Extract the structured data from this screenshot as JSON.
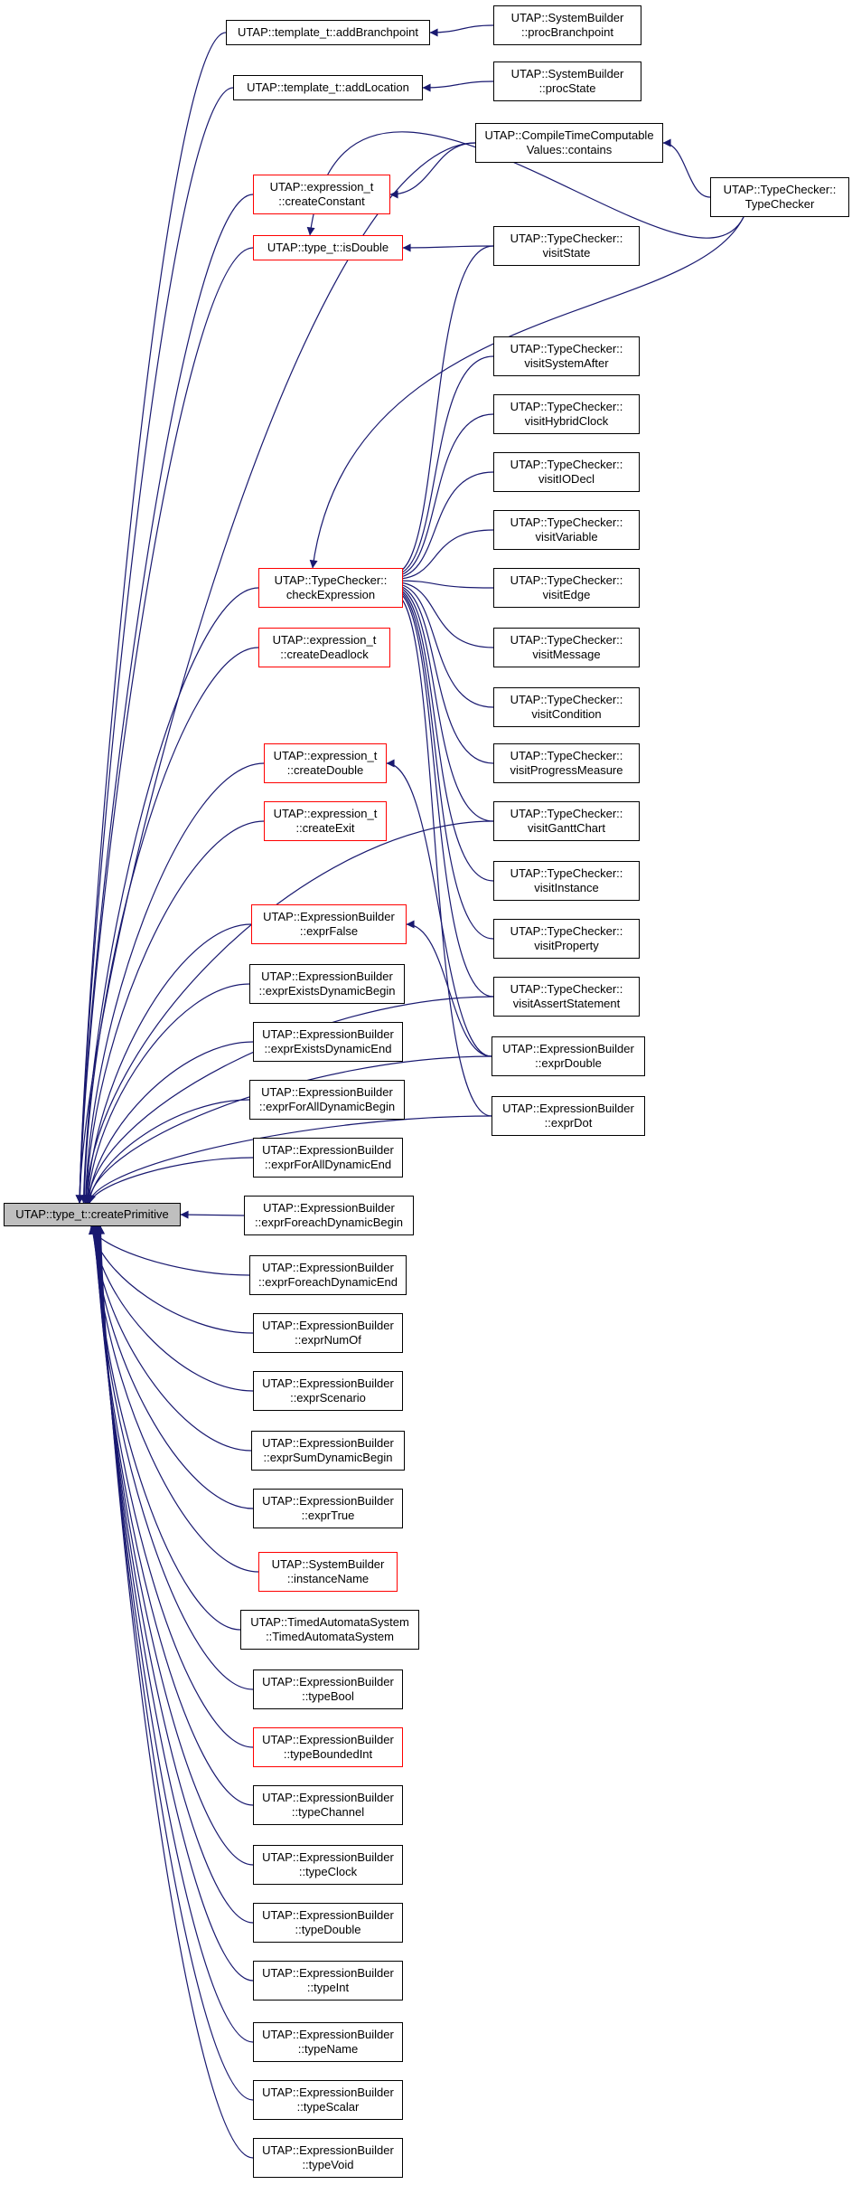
{
  "graph": {
    "root": {
      "label": "UTAP::type_t::createPrimitive"
    },
    "colors": {
      "edge": "#191970",
      "node_border": "#000000",
      "truncated_border": "#ff0000",
      "root_fill": "#bfbfbf",
      "background": "#ffffff"
    },
    "nodes": [
      {
        "id": "addBranchpoint",
        "lines": [
          "UTAP::template_t::addBranchpoint"
        ],
        "truncated": false
      },
      {
        "id": "addLocation",
        "lines": [
          "UTAP::template_t::addLocation"
        ],
        "truncated": false
      },
      {
        "id": "createConstant",
        "lines": [
          "UTAP::expression_t",
          "::createConstant"
        ],
        "truncated": true
      },
      {
        "id": "isDouble",
        "lines": [
          "UTAP::type_t::isDouble"
        ],
        "truncated": true
      },
      {
        "id": "checkExpression",
        "lines": [
          "UTAP::TypeChecker::",
          "checkExpression"
        ],
        "truncated": true
      },
      {
        "id": "createDeadlock",
        "lines": [
          "UTAP::expression_t",
          "::createDeadlock"
        ],
        "truncated": true
      },
      {
        "id": "createDouble",
        "lines": [
          "UTAP::expression_t",
          "::createDouble"
        ],
        "truncated": true
      },
      {
        "id": "createExit",
        "lines": [
          "UTAP::expression_t",
          "::createExit"
        ],
        "truncated": true
      },
      {
        "id": "exprFalse",
        "lines": [
          "UTAP::ExpressionBuilder",
          "::exprFalse"
        ],
        "truncated": true
      },
      {
        "id": "exprExistsDynamicBegin",
        "lines": [
          "UTAP::ExpressionBuilder",
          "::exprExistsDynamicBegin"
        ],
        "truncated": false
      },
      {
        "id": "exprExistsDynamicEnd",
        "lines": [
          "UTAP::ExpressionBuilder",
          "::exprExistsDynamicEnd"
        ],
        "truncated": false
      },
      {
        "id": "exprForAllDynamicBegin",
        "lines": [
          "UTAP::ExpressionBuilder",
          "::exprForAllDynamicBegin"
        ],
        "truncated": false
      },
      {
        "id": "exprForAllDynamicEnd",
        "lines": [
          "UTAP::ExpressionBuilder",
          "::exprForAllDynamicEnd"
        ],
        "truncated": false
      },
      {
        "id": "exprForeachDynamicBegin",
        "lines": [
          "UTAP::ExpressionBuilder",
          "::exprForeachDynamicBegin"
        ],
        "truncated": false
      },
      {
        "id": "exprForeachDynamicEnd",
        "lines": [
          "UTAP::ExpressionBuilder",
          "::exprForeachDynamicEnd"
        ],
        "truncated": false
      },
      {
        "id": "exprNumOf",
        "lines": [
          "UTAP::ExpressionBuilder",
          "::exprNumOf"
        ],
        "truncated": false
      },
      {
        "id": "exprScenario",
        "lines": [
          "UTAP::ExpressionBuilder",
          "::exprScenario"
        ],
        "truncated": false
      },
      {
        "id": "exprSumDynamicBegin",
        "lines": [
          "UTAP::ExpressionBuilder",
          "::exprSumDynamicBegin"
        ],
        "truncated": false
      },
      {
        "id": "exprTrue",
        "lines": [
          "UTAP::ExpressionBuilder",
          "::exprTrue"
        ],
        "truncated": false
      },
      {
        "id": "instanceName",
        "lines": [
          "UTAP::SystemBuilder",
          "::instanceName"
        ],
        "truncated": true
      },
      {
        "id": "TimedAutomataSystem",
        "lines": [
          "UTAP::TimedAutomataSystem",
          "::TimedAutomataSystem"
        ],
        "truncated": false
      },
      {
        "id": "typeBool",
        "lines": [
          "UTAP::ExpressionBuilder",
          "::typeBool"
        ],
        "truncated": false
      },
      {
        "id": "typeBoundedInt",
        "lines": [
          "UTAP::ExpressionBuilder",
          "::typeBoundedInt"
        ],
        "truncated": true
      },
      {
        "id": "typeChannel",
        "lines": [
          "UTAP::ExpressionBuilder",
          "::typeChannel"
        ],
        "truncated": false
      },
      {
        "id": "typeClock",
        "lines": [
          "UTAP::ExpressionBuilder",
          "::typeClock"
        ],
        "truncated": false
      },
      {
        "id": "typeDouble",
        "lines": [
          "UTAP::ExpressionBuilder",
          "::typeDouble"
        ],
        "truncated": false
      },
      {
        "id": "typeInt",
        "lines": [
          "UTAP::ExpressionBuilder",
          "::typeInt"
        ],
        "truncated": false
      },
      {
        "id": "typeName",
        "lines": [
          "UTAP::ExpressionBuilder",
          "::typeName"
        ],
        "truncated": false
      },
      {
        "id": "typeScalar",
        "lines": [
          "UTAP::ExpressionBuilder",
          "::typeScalar"
        ],
        "truncated": false
      },
      {
        "id": "typeVoid",
        "lines": [
          "UTAP::ExpressionBuilder",
          "::typeVoid"
        ],
        "truncated": false
      },
      {
        "id": "procBranchpoint",
        "lines": [
          "UTAP::SystemBuilder",
          "::procBranchpoint"
        ],
        "truncated": false
      },
      {
        "id": "procState",
        "lines": [
          "UTAP::SystemBuilder",
          "::procState"
        ],
        "truncated": false
      },
      {
        "id": "contains",
        "lines": [
          "UTAP::CompileTimeComputable",
          "Values::contains"
        ],
        "truncated": false
      },
      {
        "id": "visitState",
        "lines": [
          "UTAP::TypeChecker::",
          "visitState"
        ],
        "truncated": false
      },
      {
        "id": "visitSystemAfter",
        "lines": [
          "UTAP::TypeChecker::",
          "visitSystemAfter"
        ],
        "truncated": false
      },
      {
        "id": "visitHybridClock",
        "lines": [
          "UTAP::TypeChecker::",
          "visitHybridClock"
        ],
        "truncated": false
      },
      {
        "id": "visitIODecl",
        "lines": [
          "UTAP::TypeChecker::",
          "visitIODecl"
        ],
        "truncated": false
      },
      {
        "id": "visitVariable",
        "lines": [
          "UTAP::TypeChecker::",
          "visitVariable"
        ],
        "truncated": false
      },
      {
        "id": "visitEdge",
        "lines": [
          "UTAP::TypeChecker::",
          "visitEdge"
        ],
        "truncated": false
      },
      {
        "id": "visitMessage",
        "lines": [
          "UTAP::TypeChecker::",
          "visitMessage"
        ],
        "truncated": false
      },
      {
        "id": "visitCondition",
        "lines": [
          "UTAP::TypeChecker::",
          "visitCondition"
        ],
        "truncated": false
      },
      {
        "id": "visitProgressMeasure",
        "lines": [
          "UTAP::TypeChecker::",
          "visitProgressMeasure"
        ],
        "truncated": false
      },
      {
        "id": "visitGanttChart",
        "lines": [
          "UTAP::TypeChecker::",
          "visitGanttChart"
        ],
        "truncated": false
      },
      {
        "id": "visitInstance",
        "lines": [
          "UTAP::TypeChecker::",
          "visitInstance"
        ],
        "truncated": false
      },
      {
        "id": "visitProperty",
        "lines": [
          "UTAP::TypeChecker::",
          "visitProperty"
        ],
        "truncated": false
      },
      {
        "id": "visitAssertStatement",
        "lines": [
          "UTAP::TypeChecker::",
          "visitAssertStatement"
        ],
        "truncated": false
      },
      {
        "id": "exprDouble",
        "lines": [
          "UTAP::ExpressionBuilder",
          "::exprDouble"
        ],
        "truncated": false
      },
      {
        "id": "exprDot",
        "lines": [
          "UTAP::ExpressionBuilder",
          "::exprDot"
        ],
        "truncated": false
      },
      {
        "id": "TypeChecker",
        "lines": [
          "UTAP::TypeChecker::",
          "TypeChecker"
        ],
        "truncated": false
      }
    ],
    "edges": [
      [
        "addBranchpoint",
        "root"
      ],
      [
        "addLocation",
        "root"
      ],
      [
        "contains",
        "root"
      ],
      [
        "createConstant",
        "root"
      ],
      [
        "isDouble",
        "root"
      ],
      [
        "checkExpression",
        "root"
      ],
      [
        "createDeadlock",
        "root"
      ],
      [
        "createDouble",
        "root"
      ],
      [
        "createExit",
        "root"
      ],
      [
        "exprFalse",
        "root"
      ],
      [
        "exprExistsDynamicBegin",
        "root"
      ],
      [
        "exprExistsDynamicEnd",
        "root"
      ],
      [
        "exprForAllDynamicBegin",
        "root"
      ],
      [
        "exprForAllDynamicEnd",
        "root"
      ],
      [
        "exprForeachDynamicBegin",
        "root"
      ],
      [
        "exprForeachDynamicEnd",
        "root"
      ],
      [
        "exprNumOf",
        "root"
      ],
      [
        "exprScenario",
        "root"
      ],
      [
        "exprSumDynamicBegin",
        "root"
      ],
      [
        "exprTrue",
        "root"
      ],
      [
        "instanceName",
        "root"
      ],
      [
        "TimedAutomataSystem",
        "root"
      ],
      [
        "typeBool",
        "root"
      ],
      [
        "typeBoundedInt",
        "root"
      ],
      [
        "typeChannel",
        "root"
      ],
      [
        "typeClock",
        "root"
      ],
      [
        "typeDouble",
        "root"
      ],
      [
        "typeInt",
        "root"
      ],
      [
        "typeName",
        "root"
      ],
      [
        "typeScalar",
        "root"
      ],
      [
        "typeVoid",
        "root"
      ],
      [
        "visitGanttChart",
        "root"
      ],
      [
        "visitAssertStatement",
        "root"
      ],
      [
        "exprDouble",
        "root"
      ],
      [
        "exprDot",
        "root"
      ],
      [
        "procBranchpoint",
        "addBranchpoint"
      ],
      [
        "procState",
        "addLocation"
      ],
      [
        "contains",
        "createConstant"
      ],
      [
        "TypeChecker",
        "contains"
      ],
      [
        "TypeChecker",
        "isDouble"
      ],
      [
        "visitState",
        "isDouble"
      ],
      [
        "visitState",
        "checkExpression"
      ],
      [
        "TypeChecker",
        "checkExpression"
      ],
      [
        "visitSystemAfter",
        "checkExpression"
      ],
      [
        "visitHybridClock",
        "checkExpression"
      ],
      [
        "visitIODecl",
        "checkExpression"
      ],
      [
        "visitVariable",
        "checkExpression"
      ],
      [
        "visitEdge",
        "checkExpression"
      ],
      [
        "visitMessage",
        "checkExpression"
      ],
      [
        "visitCondition",
        "checkExpression"
      ],
      [
        "visitProgressMeasure",
        "checkExpression"
      ],
      [
        "visitGanttChart",
        "checkExpression"
      ],
      [
        "visitInstance",
        "checkExpression"
      ],
      [
        "visitProperty",
        "checkExpression"
      ],
      [
        "visitAssertStatement",
        "checkExpression"
      ],
      [
        "exprDouble",
        "createDouble"
      ],
      [
        "exprDouble",
        "exprFalse"
      ],
      [
        "exprDot",
        "checkExpression"
      ]
    ]
  }
}
